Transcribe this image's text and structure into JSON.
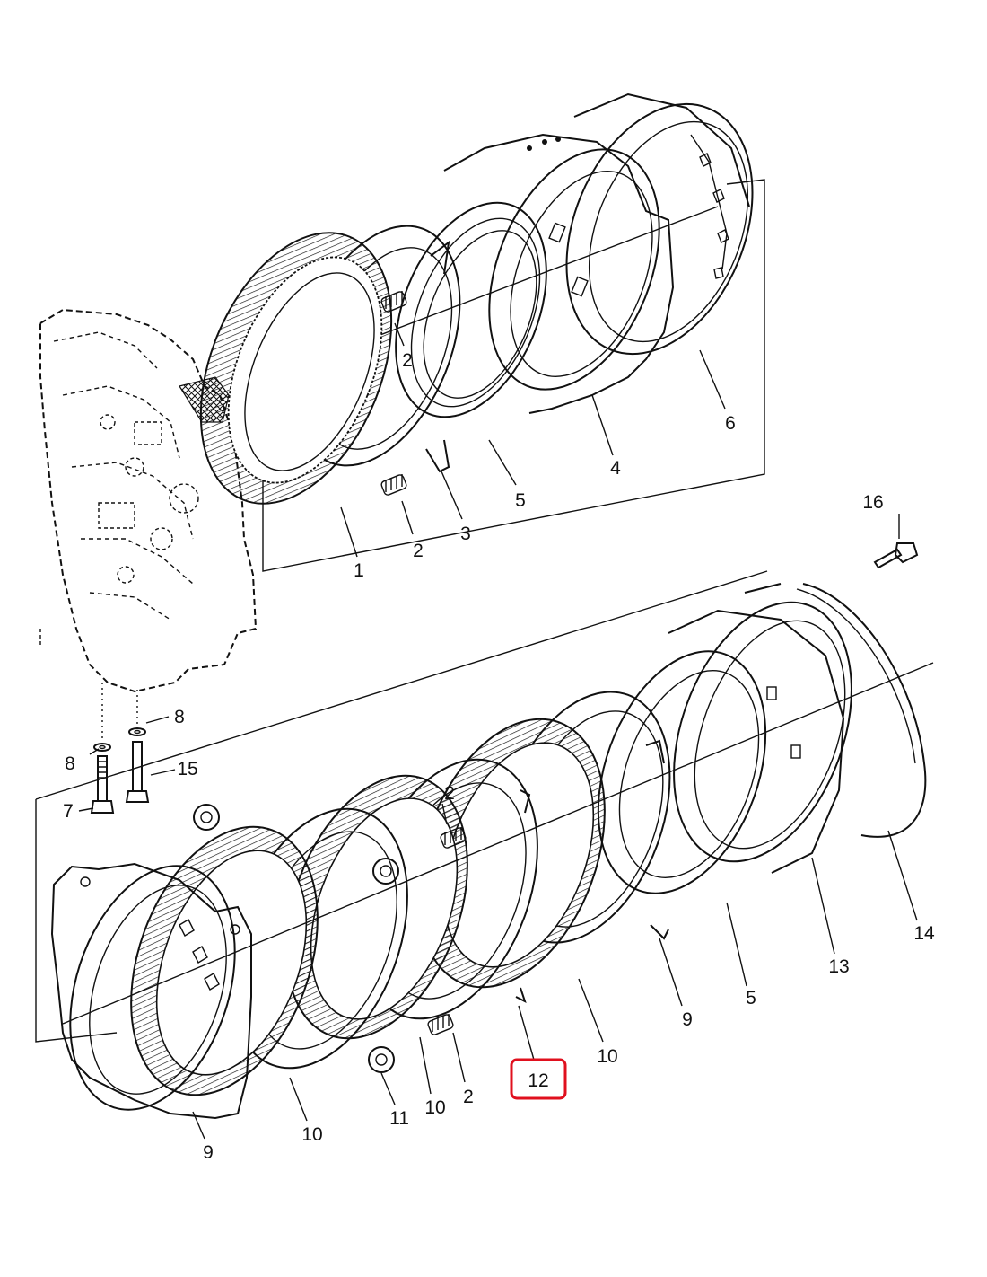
{
  "callouts": {
    "c1": "1",
    "c2a": "2",
    "c2b": "2",
    "c2c": "2",
    "c2d": "2",
    "c3": "3",
    "c4": "4",
    "c5a": "5",
    "c5b": "5",
    "c6": "6",
    "c7": "7",
    "c8a": "8",
    "c8b": "8",
    "c9a": "9",
    "c9b": "9",
    "c10a": "10",
    "c10b": "10",
    "c10c": "10",
    "c11": "11",
    "c12": "12",
    "c13": "13",
    "c14": "14",
    "c15": "15",
    "c16": "16"
  },
  "highlight": {
    "label": "12",
    "color": "#e0101e"
  },
  "colors": {
    "ink": "#111111",
    "background": "#ffffff"
  }
}
